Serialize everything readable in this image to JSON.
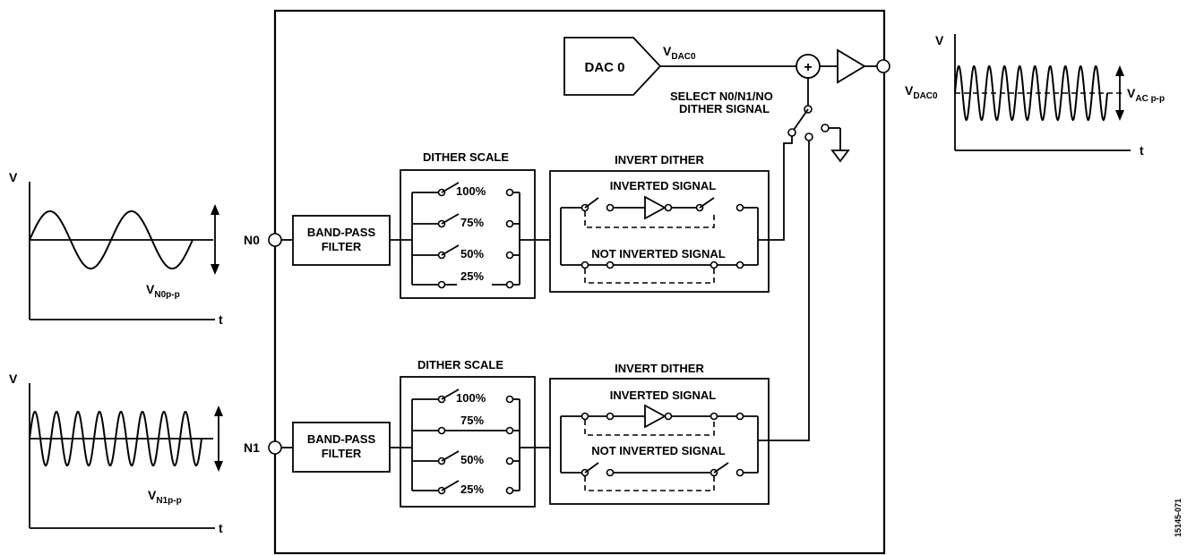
{
  "figure_id": "15145-071",
  "dac": {
    "label": "DAC 0",
    "output_label_main": "V",
    "output_label_sub": "DAC0",
    "adder_symbol": "+"
  },
  "select": {
    "line1": "SELECT N0/N1/NO",
    "line2": "DITHER SIGNAL"
  },
  "channels": [
    {
      "pin": "N0",
      "filter_line1": "BAND-PASS",
      "filter_line2": "FILTER",
      "scale_title": "DITHER SCALE",
      "scale_options": [
        "100%",
        "75%",
        "50%",
        "25%"
      ],
      "invert_title": "INVERT DITHER",
      "inverted_label": "INVERTED SIGNAL",
      "not_inverted_label": "NOT INVERTED SIGNAL",
      "waveform": {
        "axis_v": "V",
        "axis_t": "t",
        "amp_main": "V",
        "amp_sub": "N0p-p",
        "cycles": 2
      }
    },
    {
      "pin": "N1",
      "filter_line1": "BAND-PASS",
      "filter_line2": "FILTER",
      "scale_title": "DITHER SCALE",
      "scale_options": [
        "100%",
        "75%",
        "50%",
        "25%"
      ],
      "invert_title": "INVERT DITHER",
      "inverted_label": "INVERTED SIGNAL",
      "not_inverted_label": "NOT INVERTED SIGNAL",
      "waveform": {
        "axis_v": "V",
        "axis_t": "t",
        "amp_main": "V",
        "amp_sub": "N1p-p",
        "cycles": 8
      }
    }
  ],
  "output_waveform": {
    "axis_v": "V",
    "axis_t": "t",
    "offset_main": "V",
    "offset_sub": "DAC0",
    "amp_main": "V",
    "amp_sub": "AC p-p",
    "cycles": 10
  }
}
